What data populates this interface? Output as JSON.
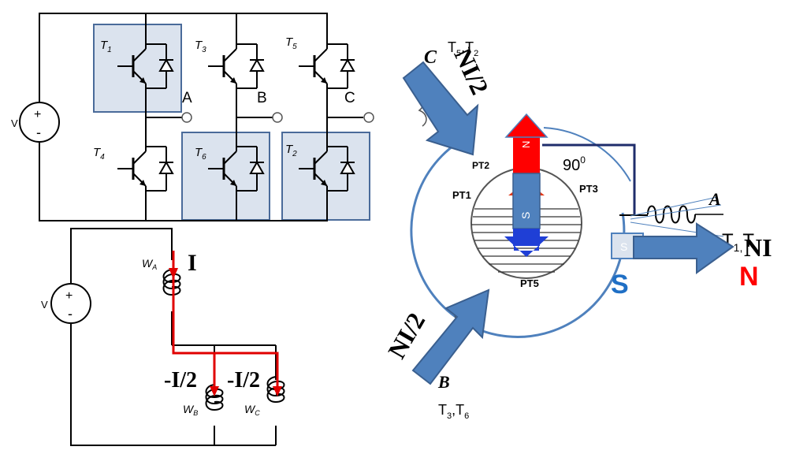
{
  "inverter": {
    "source_label": "V",
    "switches": {
      "t1": "T",
      "t1s": "1",
      "t3": "T",
      "t3s": "3",
      "t5": "T",
      "t5s": "5",
      "t4": "T",
      "t4s": "4",
      "t6": "T",
      "t6s": "6",
      "t2": "T",
      "t2s": "2"
    },
    "phase_a": "A",
    "phase_b": "B",
    "phase_c": "C",
    "highlighted_switches": [
      "T1",
      "T6",
      "T2"
    ]
  },
  "windings": {
    "source_label": "V",
    "wa": "W",
    "wa_sub": "A",
    "wb": "W",
    "wb_sub": "B",
    "wc": "W",
    "wc_sub": "C",
    "current_main": "I",
    "current_b": "-I/2",
    "current_c": "-I/2"
  },
  "motor": {
    "top_switches": "T",
    "top_sub1": "5",
    "top_sep": ",T",
    "top_sub2": "2",
    "c_label": "C",
    "c_mmf": "NI/2",
    "b_label": "B",
    "b_mmf": "NI/2",
    "bottom_switches": "T",
    "bottom_sub1": "3",
    "bottom_sep": ",T",
    "bottom_sub2": "6",
    "a_label": "A",
    "a_mmf": "NI",
    "a_switch_frag": "T",
    "a_switch_frag2": "1,",
    "a_switch_frag3": "T",
    "angle": "90",
    "angle_sup": "0",
    "pt1": "PT1",
    "pt2": "PT2",
    "pt3": "PT3",
    "pt5": "PT5",
    "rotor_n": "N",
    "rotor_s": "S",
    "rotor_s2": "S",
    "stator_s": "S",
    "stator_n": "N",
    "magnet_s": "S"
  },
  "colors": {
    "switch_highlight": "#dbe3ee",
    "arrow_blue": "#4f81bd",
    "current_red": "#e00000",
    "north_red": "#ff0000",
    "south_blue": "#1f6fc5"
  }
}
